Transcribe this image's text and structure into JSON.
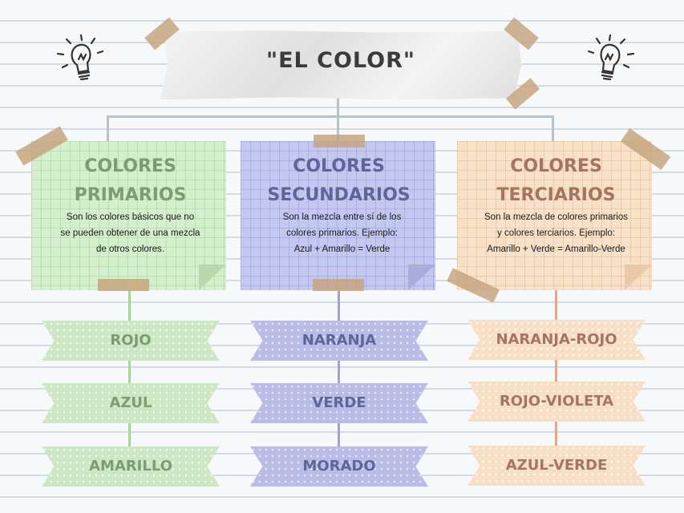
{
  "title": "\"EL COLOR\"",
  "colors": {
    "green_text": "#7c9c74",
    "purple_text": "#5f6499",
    "peach_text": "#a57463",
    "green_line": "#a6d49a",
    "purple_line": "#9ea3dd",
    "peach_line": "#d8ab92",
    "connector": "#b7c2c9"
  },
  "icons": [
    "lightbulb-icon",
    "lightbulb-icon"
  ],
  "columns": [
    {
      "title_line1": "COLORES",
      "title_line2": "PRIMARIOS",
      "desc_line1": "Son los colores básicos que no",
      "desc_line2": "se pueden obtener de una mezcla",
      "desc_line3": "de otros colores.",
      "items": [
        "ROJO",
        "AZUL",
        "AMARILLO"
      ]
    },
    {
      "title_line1": "COLORES",
      "title_line2": "SECUNDARIOS",
      "desc_line1": "Son la mezcla entre sí de los",
      "desc_line2": "colores primarios. Ejemplo:",
      "desc_line3": "Azul + Amarillo = Verde",
      "items": [
        "NARANJA",
        "VERDE",
        "MORADO"
      ]
    },
    {
      "title_line1": "COLORES",
      "title_line2": "TERCIARIOS",
      "desc_line1": "Son la mezcla de colores primarios",
      "desc_line2": "y colores terciarios. Ejemplo:",
      "desc_line3": "Amarillo + Verde = Amarillo-Verde",
      "items": [
        "NARANJA-ROJO",
        "ROJO-VIOLETA",
        "AZUL-VERDE"
      ]
    }
  ]
}
